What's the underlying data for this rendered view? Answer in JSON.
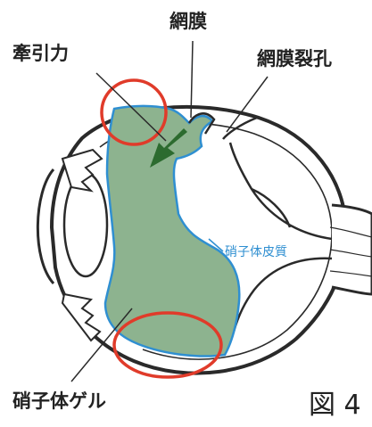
{
  "labels": {
    "retina": "網膜",
    "traction": "牽引力",
    "retinal_tear": "網膜裂孔",
    "vitreous_cortex": "硝子体皮質",
    "vitreous_gel": "硝子体ゲル",
    "figure_number": "図 4"
  },
  "colors": {
    "vitreous_fill": "#8db38f",
    "cortex_line": "#2f8fd1",
    "highlight_circle": "#e03b2a",
    "traction_arrow": "#2c6b2f",
    "outline": "#2a2a2a"
  }
}
